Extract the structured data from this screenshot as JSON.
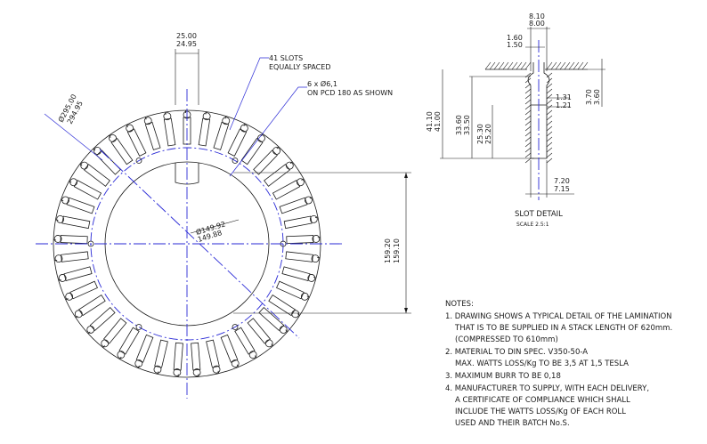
{
  "annotations": {
    "slot_width_top": "25.00",
    "slot_width_bottom": "24.95",
    "slots_line1": "41 SLOTS",
    "slots_line2": "EQUALLY SPACED",
    "holes_line1": "6 x Ø6,1",
    "holes_line2": "ON PCD 180 AS SHOWN",
    "outer_dia_top": "Ø295.00",
    "outer_dia_bottom": "294.95",
    "bore_dia_top": "Ø149.92",
    "bore_dia_bottom": "149.88",
    "height_top": "159.20",
    "height_bottom": "159.10"
  },
  "slot_detail": {
    "title": "SLOT DETAIL",
    "scale": "SCALE 2.5:1",
    "top_width_a": "8.10",
    "top_width_b": "8.00",
    "opening_a": "1.60",
    "opening_b": "1.50",
    "depth_a": "41.10",
    "depth_b": "41.00",
    "mid_depth_a": "33.60",
    "mid_depth_b": "33.50",
    "lower_depth_a": "25.30",
    "lower_depth_b": "25.20",
    "small_a": "1.31",
    "small_b": "1.21",
    "right_a": "3.70",
    "right_b": "3.60",
    "bottom_width_a": "7.20",
    "bottom_width_b": "7.15"
  },
  "notes": {
    "heading": "NOTES:",
    "lines": [
      "1. DRAWING SHOWS A TYPICAL DETAIL OF THE LAMINATION",
      "THAT IS TO BE SUPPLIED IN A STACK LENGTH OF 620mm.",
      "(COMPRESSED TO 610mm)",
      "2. MATERIAL TO DIN SPEC. V350-50-A",
      "MAX. WATTS LOSS/Kg TO BE 3,5 AT 1,5 TESLA",
      "3. MAXIMUM BURR TO BE 0,18",
      "4. MANUFACTURER TO SUPPLY, WITH EACH DELIVERY,",
      "A CERTIFICATE OF COMPLIANCE WHICH SHALL",
      "INCLUDE THE WATTS LOSS/Kg OF EACH ROLL",
      "USED AND THEIR BATCH No.S."
    ]
  },
  "colors": {
    "line": "#1a1a1a",
    "centerline": "#2a2ad6"
  }
}
